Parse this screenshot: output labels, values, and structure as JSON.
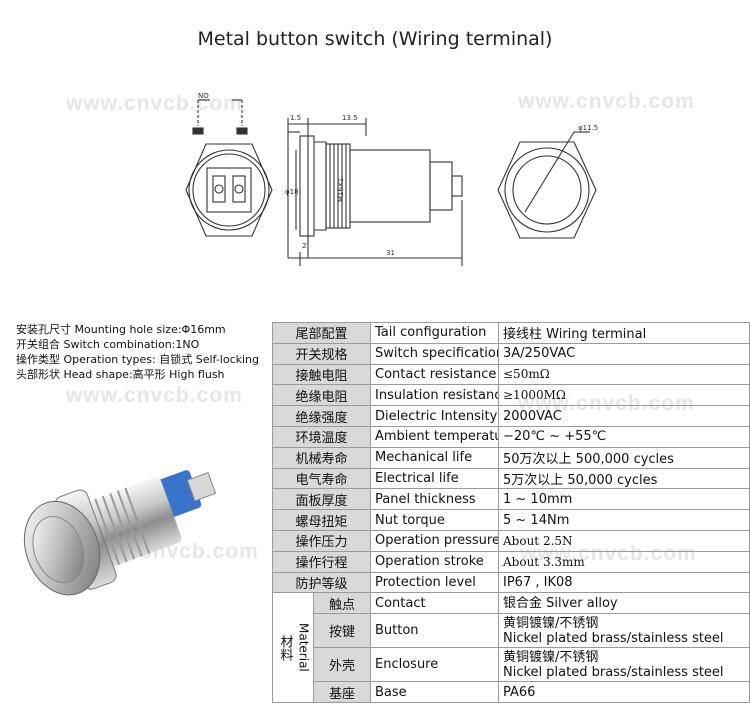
{
  "title": "Metal button switch (Wiring terminal)",
  "watermark": "www.cnvcb.com",
  "drawing": {
    "no_label": "NO",
    "dim_13_5": "13.5",
    "dim_1_5": "1.5",
    "dim_31": "31",
    "dim_2": "2",
    "dim_phi18": "φ18",
    "dim_m16": "M16X1",
    "dim_phi11_5": "φ11.5"
  },
  "left_specs": [
    "安装孔尺寸 Mounting hole size:Φ16mm",
    "开关组合 Switch combination:1NO",
    "操作类型 Operation types: 自锁式 Self-locking",
    "头部形状 Head shape:高平形 High flush"
  ],
  "spec_rows": [
    {
      "cn": "尾部配置",
      "en": "Tail configuration",
      "val": "接线柱 Wiring terminal"
    },
    {
      "cn": "开关规格",
      "en": "Switch specifications",
      "val": "3A/250VAC"
    },
    {
      "cn": "接触电阻",
      "en": "Contact resistance",
      "val": "≤50mΩ"
    },
    {
      "cn": "绝缘电阻",
      "en": "Insulation resistance",
      "val": "≥1000MΩ"
    },
    {
      "cn": "绝缘强度",
      "en": "Dielectric Intensity",
      "val": "2000VAC"
    },
    {
      "cn": "环境温度",
      "en": "Ambient temperature",
      "val": "−20℃ ~ +55℃"
    },
    {
      "cn": "机械寿命",
      "en": "Mechanical life",
      "val": "50万次以上 500,000 cycles"
    },
    {
      "cn": "电气寿命",
      "en": "Electrical life",
      "val": "5万次以上 50,000  cycles"
    },
    {
      "cn": "面板厚度",
      "en": "Panel thickness",
      "val": "1 ~ 10mm"
    },
    {
      "cn": "螺母扭矩",
      "en": "Nut torque",
      "val": "5 ~ 14Nm"
    },
    {
      "cn": "操作压力",
      "en": "Operation pressure",
      "val": "About 2.5N"
    },
    {
      "cn": "操作行程",
      "en": "Operation stroke",
      "val": "About 3.3mm"
    },
    {
      "cn": "防护等级",
      "en": "Protection level",
      "val": "IP67 , IK08"
    }
  ],
  "material": {
    "label_cn": "材料",
    "label_en": "Material",
    "rows": [
      {
        "cn": "触点",
        "en": "Contact",
        "val1": "银合金 Silver alloy",
        "val2": ""
      },
      {
        "cn": "按键",
        "en": "Button",
        "val1": "黄铜镀镍/不锈钢",
        "val2": "Nickel plated brass/stainless steel"
      },
      {
        "cn": "外壳",
        "en": "Enclosure",
        "val1": "黄铜镀镍/不锈钢",
        "val2": "Nickel plated brass/stainless steel"
      },
      {
        "cn": "基座",
        "en": "Base",
        "val1": "PA66",
        "val2": ""
      }
    ]
  }
}
